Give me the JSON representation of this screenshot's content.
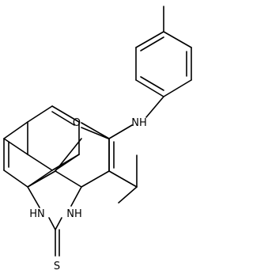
{
  "molecule": {
    "atom_labels": {
      "nh_amide": "NH",
      "o_carbonyl": "O",
      "nh_ring_left": "HN",
      "nh_ring_right": "NH",
      "s_thione": "S"
    }
  }
}
